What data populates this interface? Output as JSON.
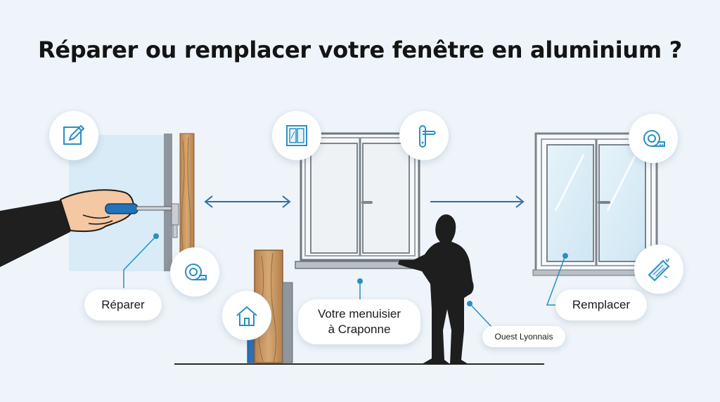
{
  "title": "Réparer ou remplacer votre fenêtre en aluminium ?",
  "labels": {
    "repair": "Réparer",
    "carpenter_line1": "Votre menuisier",
    "carpenter_line2": "à Craponne",
    "region": "Ouest Lyonnais",
    "replace": "Remplacer"
  },
  "icons": [
    "edit-icon",
    "tape-measure-icon",
    "window-icon",
    "door-handle-icon",
    "home-icon",
    "wood-plank-icon"
  ],
  "colors": {
    "accent": "#2a8fc4",
    "arrow": "#2f6fa8",
    "frame": "#8e969e",
    "glass": "#dbeef8",
    "wood": "#c89a66",
    "silhouette": "#1e1e1e"
  }
}
